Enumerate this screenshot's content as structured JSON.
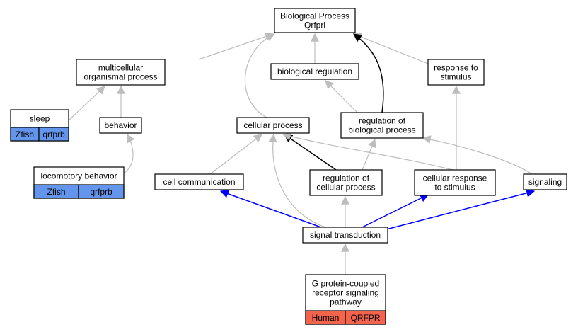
{
  "colors": {
    "edge_gray": "#bdbdbd",
    "edge_black": "#000000",
    "edge_blue": "#0000ff",
    "zfish_fill": "#6495ed",
    "human_fill": "#f4634c",
    "node_fill": "#ffffff",
    "node_stroke": "#000000"
  },
  "nodes": {
    "biological_process": {
      "lines": [
        "Biological Process",
        "Qrfprl"
      ]
    },
    "multicellular_organismal_process": {
      "lines": [
        "multicellular",
        "organismal process"
      ]
    },
    "biological_regulation": {
      "lines": [
        "biological regulation"
      ]
    },
    "response_to_stimulus": {
      "lines": [
        "response to",
        "stimulus"
      ]
    },
    "sleep": {
      "lines": [
        "sleep"
      ],
      "tags": [
        "Zfish",
        "qrfprb"
      ]
    },
    "behavior": {
      "lines": [
        "behavior"
      ]
    },
    "cellular_process": {
      "lines": [
        "cellular process"
      ]
    },
    "regulation_of_biological_process": {
      "lines": [
        "regulation of",
        "biological process"
      ]
    },
    "locomotory_behavior": {
      "lines": [
        "locomotory behavior"
      ],
      "tags": [
        "Zfish",
        "qrfprb"
      ]
    },
    "cell_communication": {
      "lines": [
        "cell communication"
      ]
    },
    "regulation_of_cellular_process": {
      "lines": [
        "regulation of",
        "cellular process"
      ]
    },
    "cellular_response_to_stimulus": {
      "lines": [
        "cellular response",
        "to stimulus"
      ]
    },
    "signaling": {
      "lines": [
        "signaling"
      ]
    },
    "signal_transduction": {
      "lines": [
        "signal transduction"
      ]
    },
    "gpcr_signaling_pathway": {
      "lines": [
        "G protein-coupled",
        "receptor signaling",
        "pathway"
      ],
      "tags": [
        "Human",
        "QRFPR"
      ]
    }
  },
  "edges": [
    {
      "from": "multicellular_organismal_process",
      "to": "biological_process",
      "color": "gray"
    },
    {
      "from": "biological_regulation",
      "to": "biological_process",
      "color": "gray"
    },
    {
      "from": "response_to_stimulus",
      "to": "biological_process",
      "color": "gray"
    },
    {
      "from": "cellular_process",
      "to": "biological_process",
      "color": "gray"
    },
    {
      "from": "regulation_of_biological_process",
      "to": "biological_process",
      "color": "black"
    },
    {
      "from": "regulation_of_biological_process",
      "to": "biological_regulation",
      "color": "gray"
    },
    {
      "from": "sleep",
      "to": "multicellular_organismal_process",
      "color": "gray"
    },
    {
      "from": "behavior",
      "to": "multicellular_organismal_process",
      "color": "gray"
    },
    {
      "from": "locomotory_behavior",
      "to": "behavior",
      "color": "gray"
    },
    {
      "from": "cell_communication",
      "to": "cellular_process",
      "color": "gray"
    },
    {
      "from": "regulation_of_cellular_process",
      "to": "cellular_process",
      "color": "black"
    },
    {
      "from": "regulation_of_cellular_process",
      "to": "regulation_of_biological_process",
      "color": "gray"
    },
    {
      "from": "cellular_response_to_stimulus",
      "to": "cellular_process",
      "color": "gray"
    },
    {
      "from": "cellular_response_to_stimulus",
      "to": "response_to_stimulus",
      "color": "gray"
    },
    {
      "from": "signaling",
      "to": "regulation_of_biological_process",
      "color": "gray"
    },
    {
      "from": "signal_transduction",
      "to": "cellular_process",
      "color": "gray"
    },
    {
      "from": "signal_transduction",
      "to": "regulation_of_cellular_process",
      "color": "gray"
    },
    {
      "from": "signal_transduction",
      "to": "cell_communication",
      "color": "blue"
    },
    {
      "from": "signal_transduction",
      "to": "cellular_response_to_stimulus",
      "color": "blue"
    },
    {
      "from": "signal_transduction",
      "to": "signaling",
      "color": "blue"
    },
    {
      "from": "gpcr_signaling_pathway",
      "to": "signal_transduction",
      "color": "gray"
    }
  ]
}
